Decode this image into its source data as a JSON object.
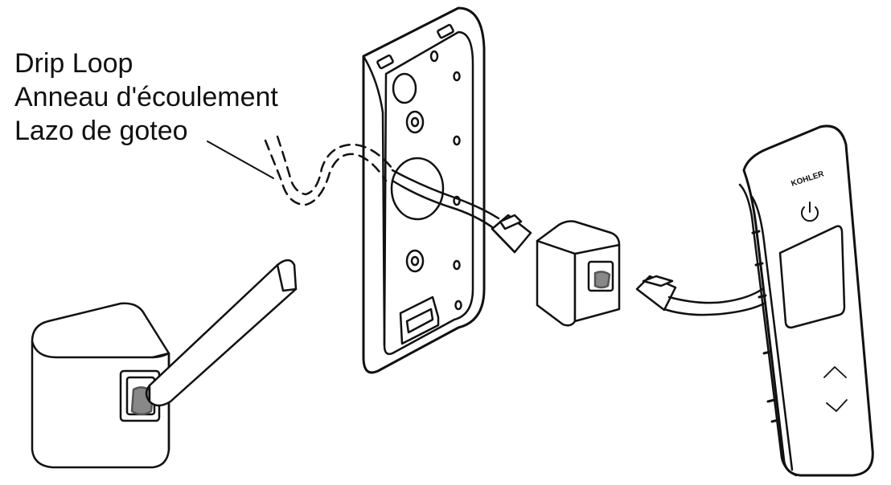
{
  "labels": {
    "drip_loop_en": "Drip Loop",
    "drip_loop_fr": "Anneau d'écoulement",
    "drip_loop_es": "Lazo de goteo"
  },
  "brand": {
    "logo_text": "KOHLER"
  },
  "colors": {
    "line": "#111111",
    "fill": "#ffffff",
    "shade": "#888888"
  }
}
